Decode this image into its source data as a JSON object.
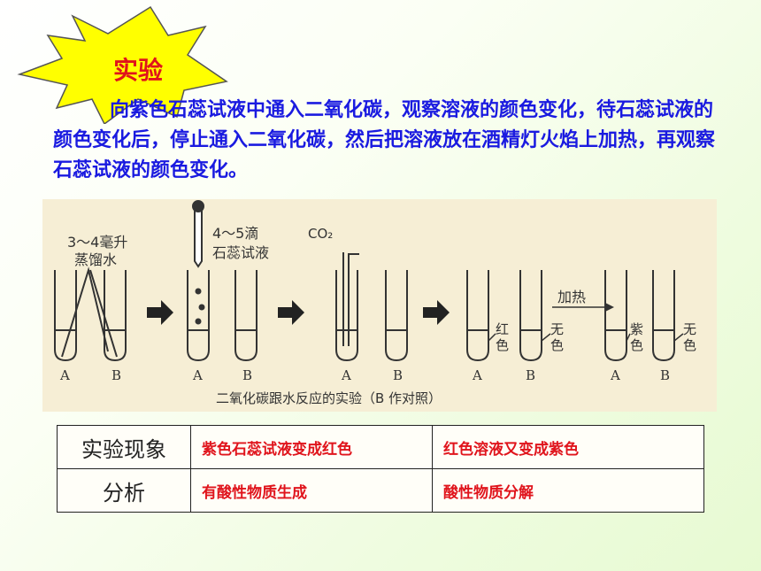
{
  "badge": {
    "label": "实验"
  },
  "paragraph": "向紫色石蕊试液中通入二氧化碳，观察溶液的颜色变化，待石蕊试液的颜色变化后，停止通入二氧化碳，然后把溶液放在酒精灯火焰上加热，再观察石蕊试液的颜色变化。",
  "figure": {
    "label_water_line1": "3～4毫升",
    "label_water_line2": "蒸馏水",
    "label_drops_line1": "4～5滴",
    "label_drops_line2": "石蕊试液",
    "label_co2": "CO₂",
    "label_heat": "加热",
    "tube_a": "A",
    "tube_b": "B",
    "color_red_1": "红",
    "color_red_2": "色",
    "color_none_1": "无",
    "color_none_2": "色",
    "color_purple_1": "紫",
    "color_purple_2": "色",
    "caption": "二氧化碳跟水反应的实验（B 作对照）"
  },
  "table": {
    "rows": [
      {
        "header": "实验现象",
        "cells": [
          "紫色石蕊试液变成红色",
          "红色溶液又变成紫色"
        ]
      },
      {
        "header": "分析",
        "cells": [
          "有酸性物质生成",
          "酸性物质分解"
        ]
      }
    ]
  },
  "colors": {
    "accent": "#e0141c",
    "text_blue": "#1a1ae0",
    "burst": "#ffff00"
  }
}
